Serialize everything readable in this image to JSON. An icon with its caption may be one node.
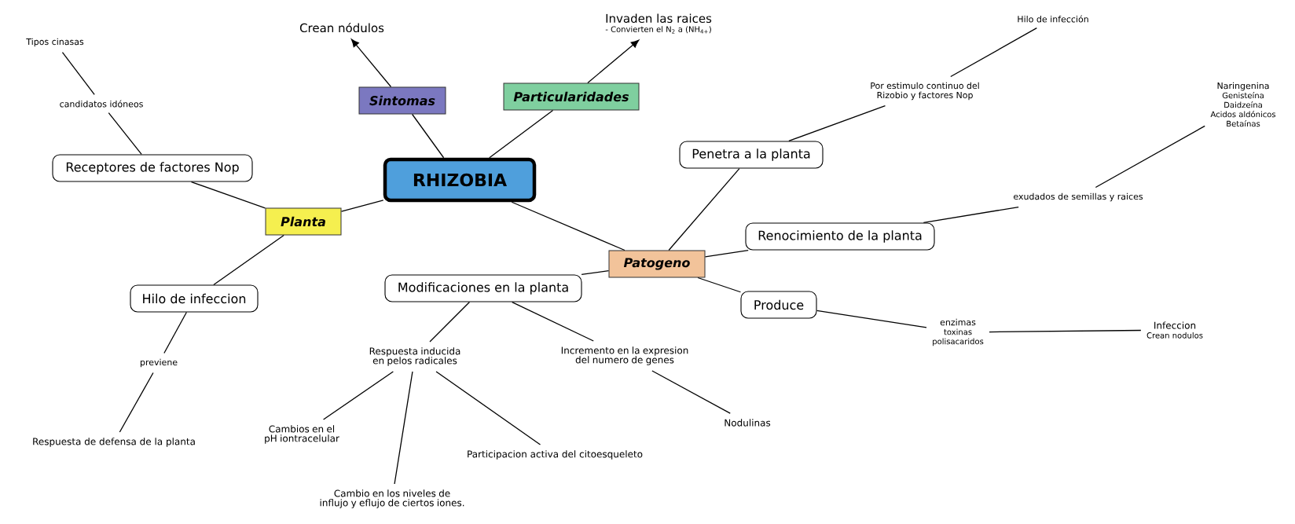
{
  "diagram": {
    "nodes": [
      {
        "text": [
          "RHIZOBIA"
        ]
      },
      {
        "text": [
          "Sintomas"
        ]
      },
      {
        "text": [
          "Particularidades"
        ]
      },
      {
        "text": [
          "Crean nódulos"
        ]
      },
      {
        "text": [
          "Invaden las raices",
          "- Convierten el N$_{2}$ a (NH$_{4+}$)"
        ]
      },
      {
        "text": [
          "Planta"
        ]
      },
      {
        "text": [
          "Receptores de factores Nop"
        ]
      },
      {
        "text": [
          "candidatos idóneos"
        ]
      },
      {
        "text": [
          "Tipos cinasas"
        ]
      },
      {
        "text": [
          "Hilo de infeccion"
        ]
      },
      {
        "text": [
          "previene"
        ]
      },
      {
        "text": [
          "Respuesta de defensa de la planta"
        ]
      },
      {
        "text": [
          "Patogeno"
        ]
      },
      {
        "text": [
          "Penetra a la planta"
        ]
      },
      {
        "text": [
          "Por estimulo continuo del Rizobio y factores Nop"
        ]
      },
      {
        "text": [
          "Hilo de infección"
        ]
      },
      {
        "text": [
          "Renocimiento de la planta"
        ]
      },
      {
        "text": [
          "exudados de semillas y raices"
        ]
      },
      {
        "text": [
          "Naringenina",
          "Genisteína",
          "Daidzeína",
          "Acidos aldónicos",
          "Betaínas"
        ]
      },
      {
        "text": [
          "Produce"
        ]
      },
      {
        "text": [
          "enzimas",
          "toxinas",
          "polisacaridos"
        ]
      },
      {
        "text": [
          "Infeccion",
          "Crean nodulos"
        ]
      },
      {
        "text": [
          "Modificaciones en la planta"
        ]
      },
      {
        "text": [
          "Respuesta inducida en pelos radicales"
        ]
      },
      {
        "text": [
          "Incremento en la expresion del numero de genes"
        ]
      },
      {
        "text": [
          "Cambios en el pH iontracelular"
        ]
      },
      {
        "text": [
          "Cambio en los niveles de influjo y eflujo de ciertos iones."
        ]
      },
      {
        "text": [
          "Participacion activa del citoesqueleto"
        ]
      },
      {
        "text": [
          "Nodulinas"
        ]
      }
    ],
    "edges": [
      {
        "from": 0,
        "to": 1,
        "arrow": "none"
      },
      {
        "from": 0,
        "to": 2,
        "arrow": "none"
      },
      {
        "from": 1,
        "to": 3,
        "arrow": "to"
      },
      {
        "from": 2,
        "to": 4,
        "arrow": "to"
      },
      {
        "from": 0,
        "to": 5,
        "arrow": "none"
      },
      {
        "from": 5,
        "to": 6,
        "arrow": "none"
      },
      {
        "from": 6,
        "to": 7,
        "arrow": "none"
      },
      {
        "from": 7,
        "to": 8,
        "arrow": "none"
      },
      {
        "from": 5,
        "to": 9,
        "arrow": "none"
      },
      {
        "from": 9,
        "to": 10,
        "arrow": "none"
      },
      {
        "from": 10,
        "to": 11,
        "arrow": "none"
      },
      {
        "from": 0,
        "to": 12,
        "arrow": "none"
      },
      {
        "from": 12,
        "to": 13,
        "arrow": "none"
      },
      {
        "from": 13,
        "to": 14,
        "arrow": "none"
      },
      {
        "from": 14,
        "to": 15,
        "arrow": "none"
      },
      {
        "from": 12,
        "to": 16,
        "arrow": "none"
      },
      {
        "from": 16,
        "to": 17,
        "arrow": "none"
      },
      {
        "from": 17,
        "to": 18,
        "arrow": "none"
      },
      {
        "from": 12,
        "to": 19,
        "arrow": "none"
      },
      {
        "from": 19,
        "to": 20,
        "arrow": "none"
      },
      {
        "from": 20,
        "to": 21,
        "arrow": "none"
      },
      {
        "from": 12,
        "to": 22,
        "arrow": "none"
      },
      {
        "from": 22,
        "to": 23,
        "arrow": "none"
      },
      {
        "from": 22,
        "to": 24,
        "arrow": "none"
      },
      {
        "from": 23,
        "to": 25,
        "arrow": "none"
      },
      {
        "from": 23,
        "to": 26,
        "arrow": "none"
      },
      {
        "from": 23,
        "to": 27,
        "arrow": "none"
      },
      {
        "from": 24,
        "to": 28,
        "arrow": "none"
      }
    ]
  }
}
